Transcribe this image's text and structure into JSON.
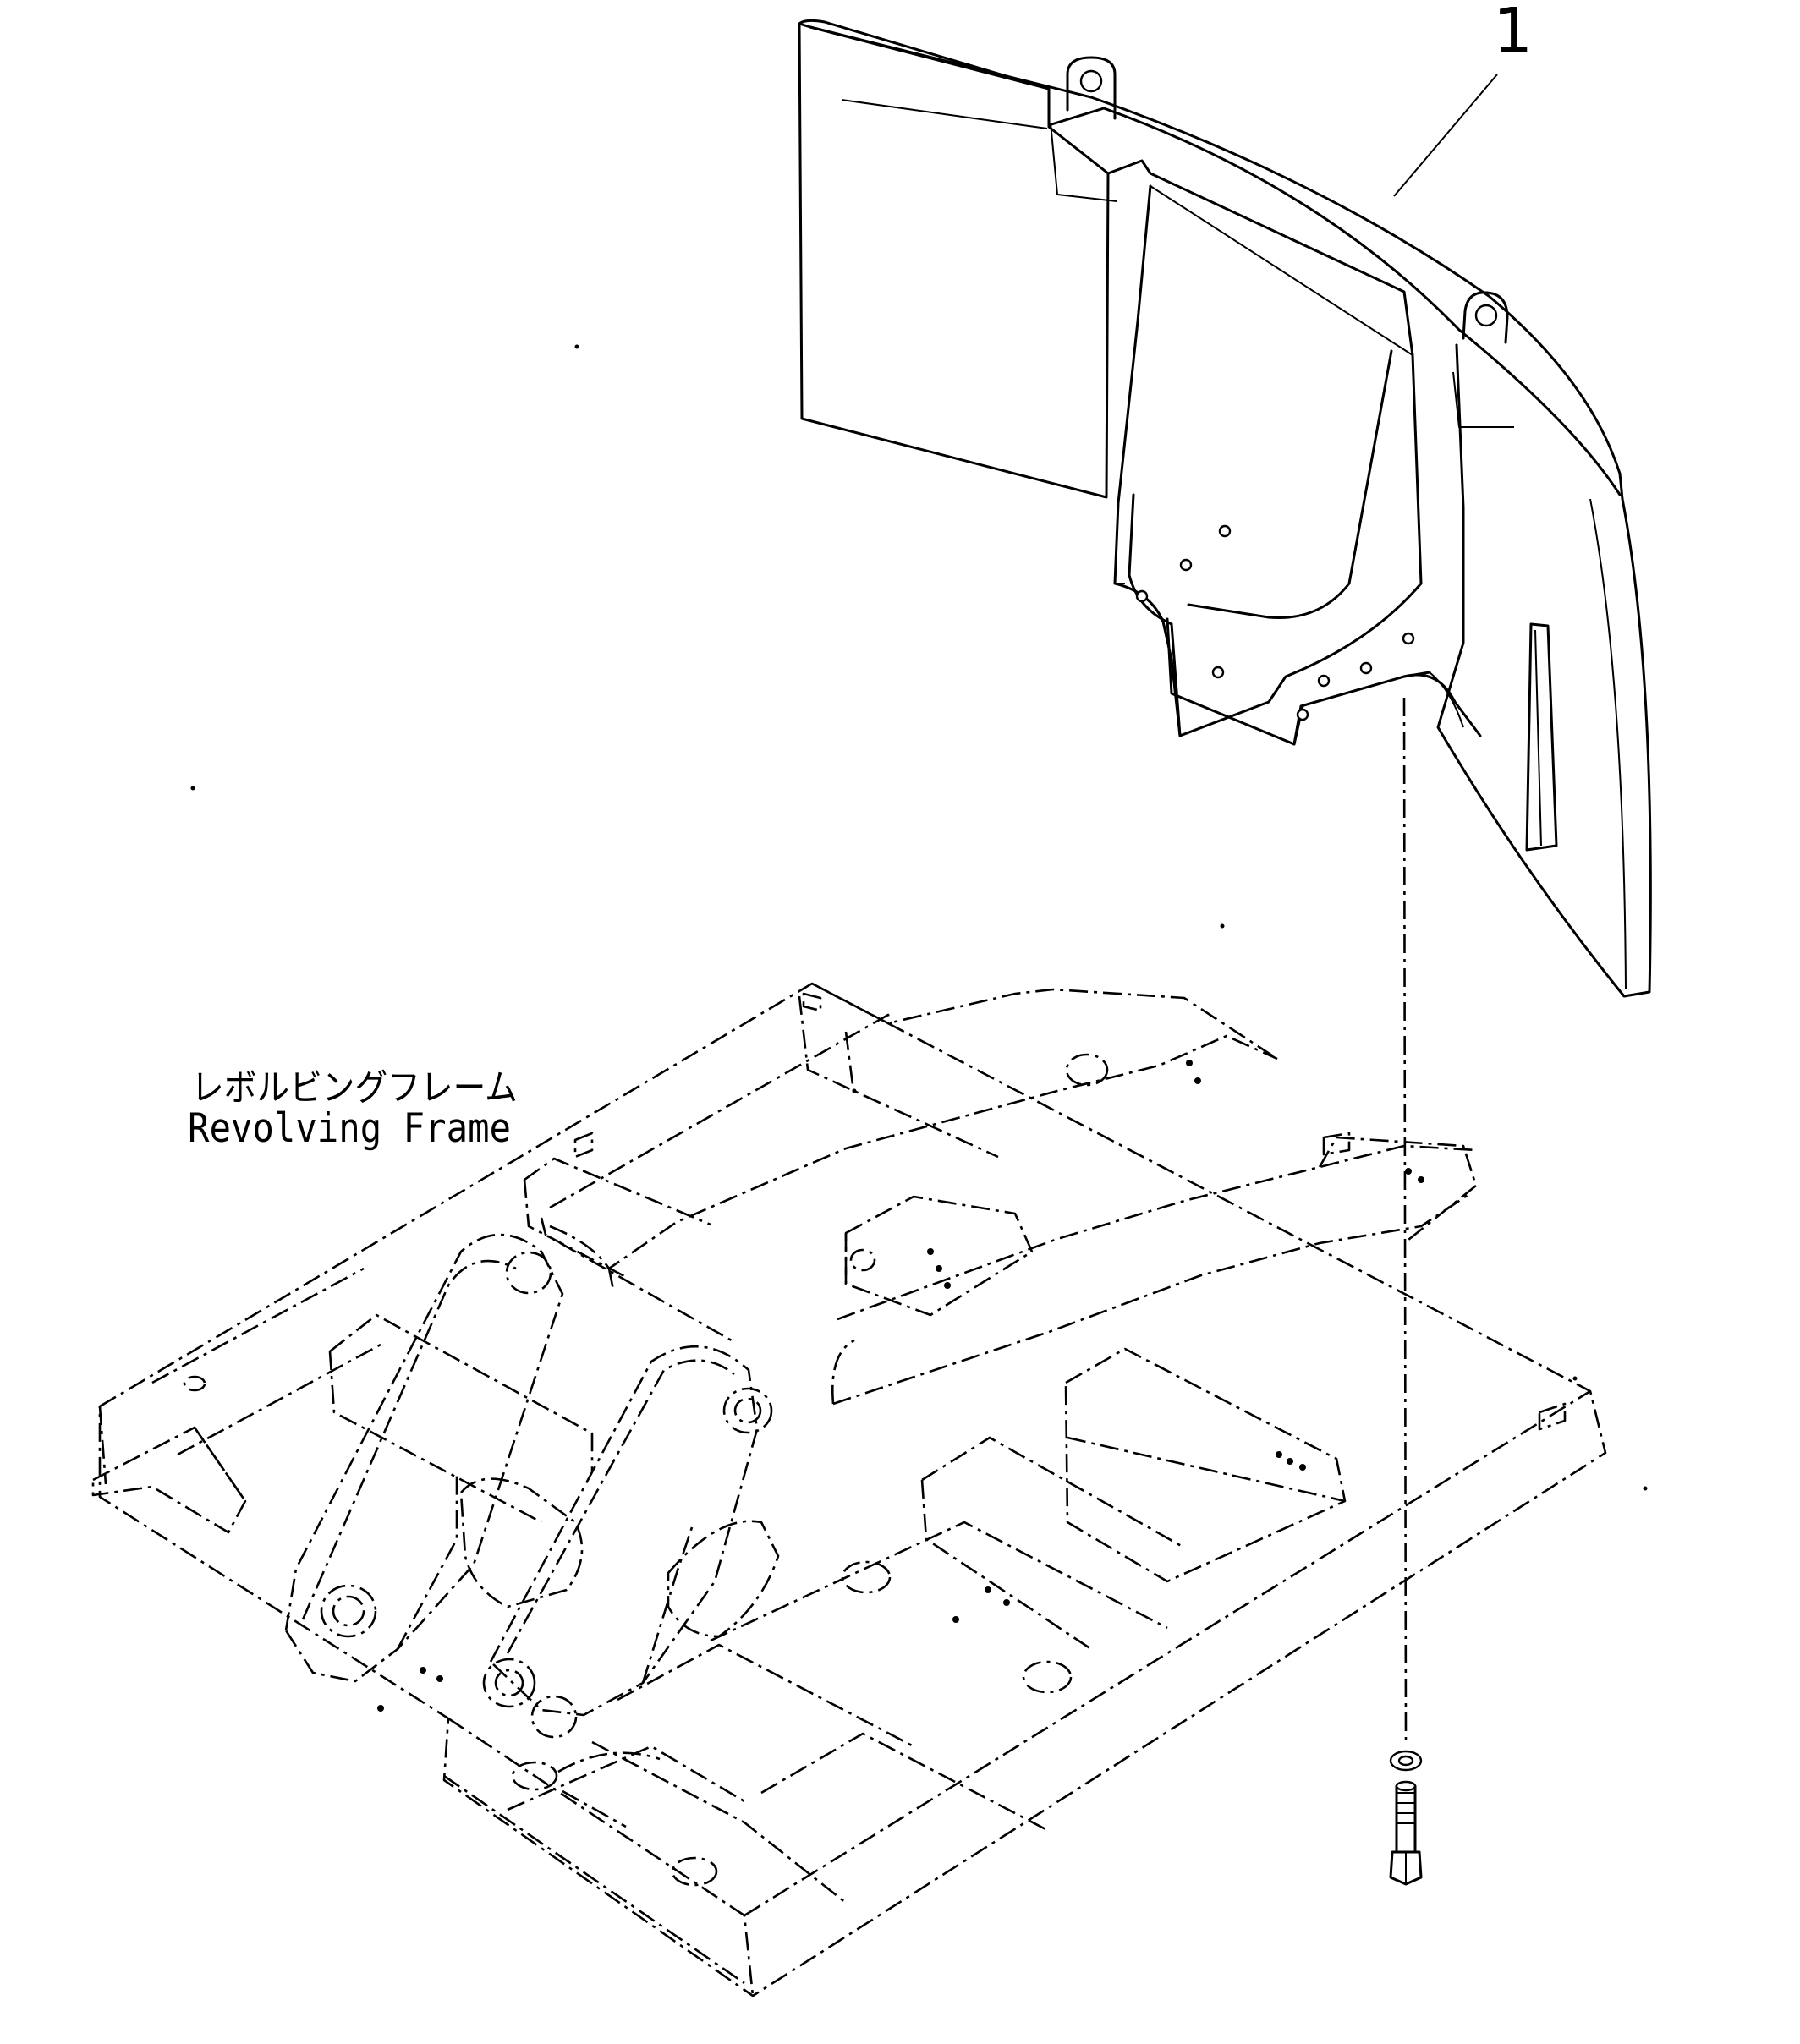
{
  "callout": {
    "part_number": "1"
  },
  "label": {
    "japanese": "レボルビングフレーム",
    "english": "Revolving Frame"
  }
}
